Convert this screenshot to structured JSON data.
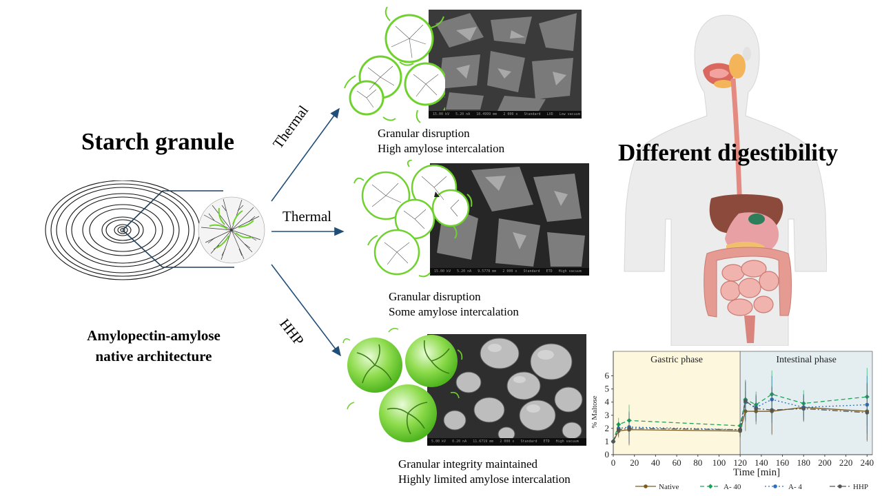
{
  "left": {
    "title": "Starch granule",
    "caption_lines": [
      "Amylopectin-amylose",
      "native architecture"
    ]
  },
  "arrows": {
    "top": "Thermal",
    "middle": "Thermal",
    "bottom": "HHP"
  },
  "panels": [
    {
      "lines": [
        "Granular disruption",
        "High amylose intercalation"
      ]
    },
    {
      "lines": [
        "Granular disruption",
        "Some amylose intercalation"
      ]
    },
    {
      "lines": [
        "Granular integrity maintained",
        "Highly limited amylose intercalation"
      ]
    }
  ],
  "right": {
    "title": "Different digestibility"
  },
  "colors": {
    "granule_green": "#6fd12d",
    "arrow_blue": "#1f4e79",
    "gastric_bg": "#fdf7dd",
    "intestinal_bg": "#e4eef0",
    "skin": "#ececec",
    "liver": "#8b4a3c",
    "intestine": "#e59a92"
  },
  "chart_data": {
    "type": "line",
    "phases": [
      "Gastric phase",
      "Intestinal phase"
    ],
    "xlabel": "Time [min]",
    "ylabel": "% Maltose",
    "xlim": [
      0,
      245
    ],
    "ylim": [
      0,
      6.5
    ],
    "x_ticks": [
      0,
      20,
      40,
      60,
      80,
      100,
      120,
      140,
      160,
      180,
      200,
      220,
      240
    ],
    "y_ticks": [
      0,
      1,
      2,
      3,
      4,
      5,
      6
    ],
    "phase_boundary": 120,
    "x": [
      0,
      5,
      15,
      120,
      125,
      135,
      150,
      180,
      240
    ],
    "series": [
      {
        "name": "Native",
        "color": "#7b5a1e",
        "dash": "",
        "marker": "circle",
        "values": [
          1.0,
          1.8,
          1.9,
          1.8,
          3.3,
          3.3,
          3.3,
          3.6,
          3.3
        ]
      },
      {
        "name": "A- 40",
        "color": "#1aa35a",
        "dash": "6,4",
        "marker": "diamond",
        "values": [
          1.0,
          2.3,
          2.6,
          2.2,
          4.2,
          3.8,
          4.6,
          3.9,
          4.4
        ]
      },
      {
        "name": "A- 4",
        "color": "#2a6fba",
        "dash": "2,3",
        "marker": "circle",
        "values": [
          1.0,
          2.0,
          2.1,
          1.9,
          4.0,
          3.6,
          4.2,
          3.6,
          3.8
        ]
      },
      {
        "name": "HHP",
        "color": "#555555",
        "dash": "8,3,2,3",
        "marker": "circle",
        "values": [
          1.0,
          1.9,
          2.0,
          1.9,
          4.1,
          3.5,
          3.4,
          3.5,
          3.2
        ]
      }
    ],
    "error_bars": [
      0.25,
      0.5,
      1.2,
      0.5,
      1.5,
      1.0,
      1.8,
      1.0,
      2.2
    ]
  }
}
